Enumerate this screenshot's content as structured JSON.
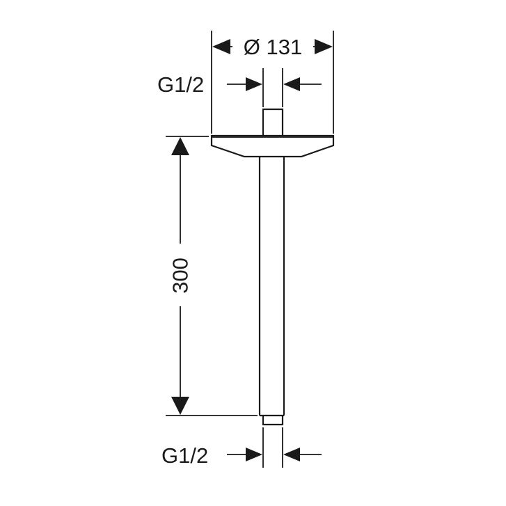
{
  "drawing": {
    "dimensions": {
      "flange_diameter": "Ø 131",
      "top_thread": "G1/2",
      "bottom_thread": "G1/2",
      "arm_length": "300"
    }
  }
}
